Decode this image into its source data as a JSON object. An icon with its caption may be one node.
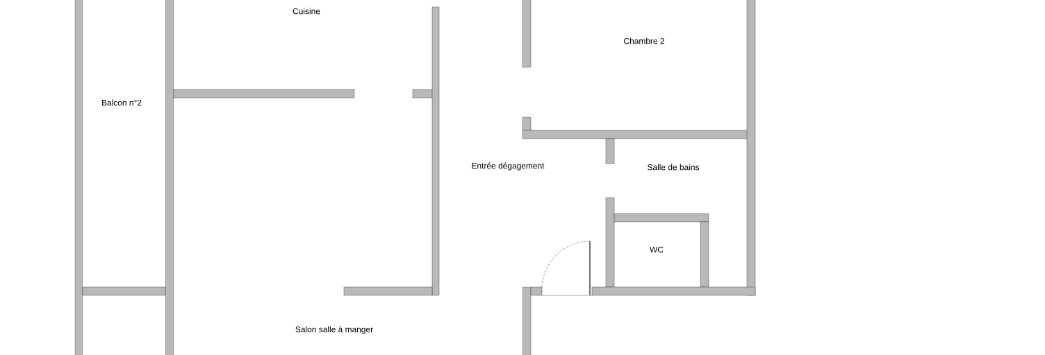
{
  "diagram": {
    "labels": [
      "Cuisine",
      "Chambre 2",
      "Balcon n°2",
      "Entrée dégagement",
      "Salle de bains",
      "WC",
      "Salon salle à manger"
    ]
  }
}
